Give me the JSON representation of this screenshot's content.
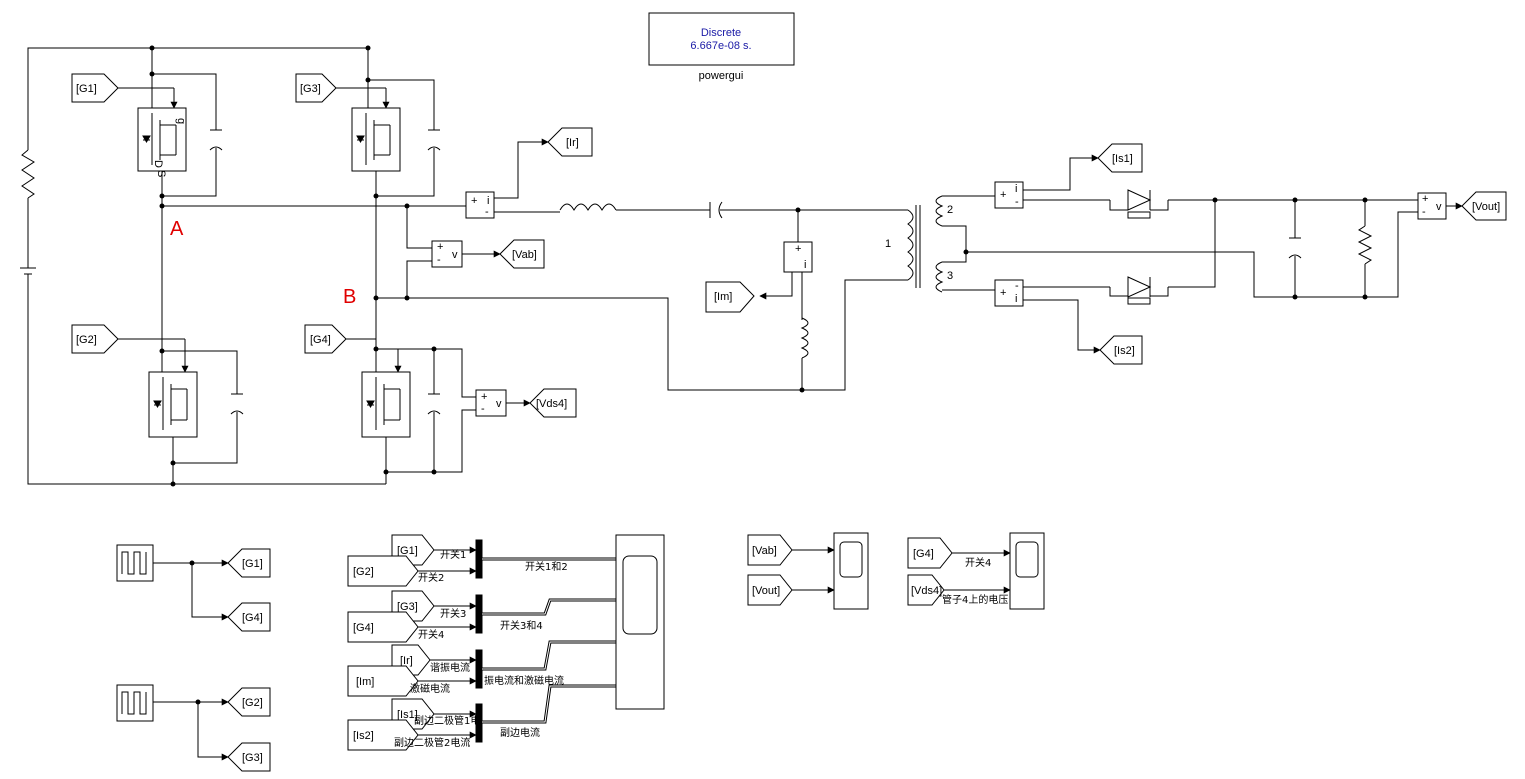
{
  "powergui": {
    "mode": "Discrete",
    "step": "6.667e-08 s.",
    "label": "powergui"
  },
  "nodes": {
    "a": "A",
    "b": "B"
  },
  "gotos": {
    "g1": "[G1]",
    "g2": "[G2]",
    "g3": "[G3]",
    "g4": "[G4]",
    "ir": "[Ir]",
    "vab": "[Vab]",
    "im": "[Im]",
    "vds4": "[Vds4]",
    "is1": "[Is1]",
    "is2": "[Is2]",
    "vout": "[Vout]"
  },
  "mosfet": {
    "d": "D",
    "g": "g",
    "s": "S"
  },
  "meters": {
    "i": "i",
    "v": "v",
    "plus": "+",
    "minus": "-"
  },
  "transformer": {
    "w1": "1",
    "w2": "2",
    "w3": "3"
  },
  "pulse_gotos": {
    "a1": "[G1]",
    "a2": "[G4]",
    "b1": "[G2]",
    "b2": "[G3]"
  },
  "scope1": {
    "in_g1": "[G1]",
    "in_g2": "[G2]",
    "in_g3": "[G3]",
    "in_g4": "[G4]",
    "in_ir": "[Ir]",
    "in_im": "[Im]",
    "in_is1": "[Is1]",
    "in_is2": "[Is2]",
    "lab_s1": "开关1",
    "lab_s2": "开关2",
    "lab_s3": "开关3",
    "lab_s4": "开关4",
    "lab_res": "谐振电流",
    "lab_mag": "激磁电流",
    "lab_d1": "副边二极管1电",
    "lab_d2": "副边二极管2电流",
    "mux1": "开关1和2",
    "mux2": "开关3和4",
    "mux3": "振电流和激磁电流",
    "mux4": "副边电流"
  },
  "scope2": {
    "in_vab": "[Vab]",
    "in_vout": "[Vout]"
  },
  "scope3": {
    "in_g4": "[G4]",
    "in_vds4": "[Vds4]",
    "lab_s4": "开关4",
    "lab_v": "管子4上的电压"
  }
}
